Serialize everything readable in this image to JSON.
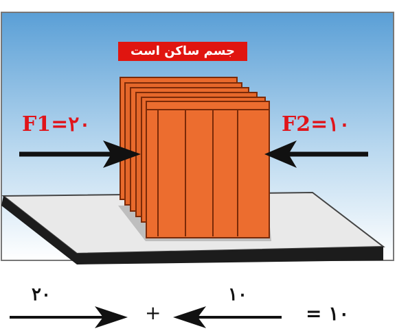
{
  "box_caption": "جسم ساکن است",
  "force_left_label": "F1=۲۰",
  "force_right_label": "F2=۱۰",
  "bottom": {
    "left_arrow_value": "۲۰",
    "right_arrow_value": "۱۰",
    "plus": "+",
    "result": "= ۱۰"
  },
  "colors": {
    "sky_top": "#5a9fd6",
    "box_orange": "#e8692a",
    "label_red": "#e0141a",
    "floor": "#e8e8e8"
  }
}
